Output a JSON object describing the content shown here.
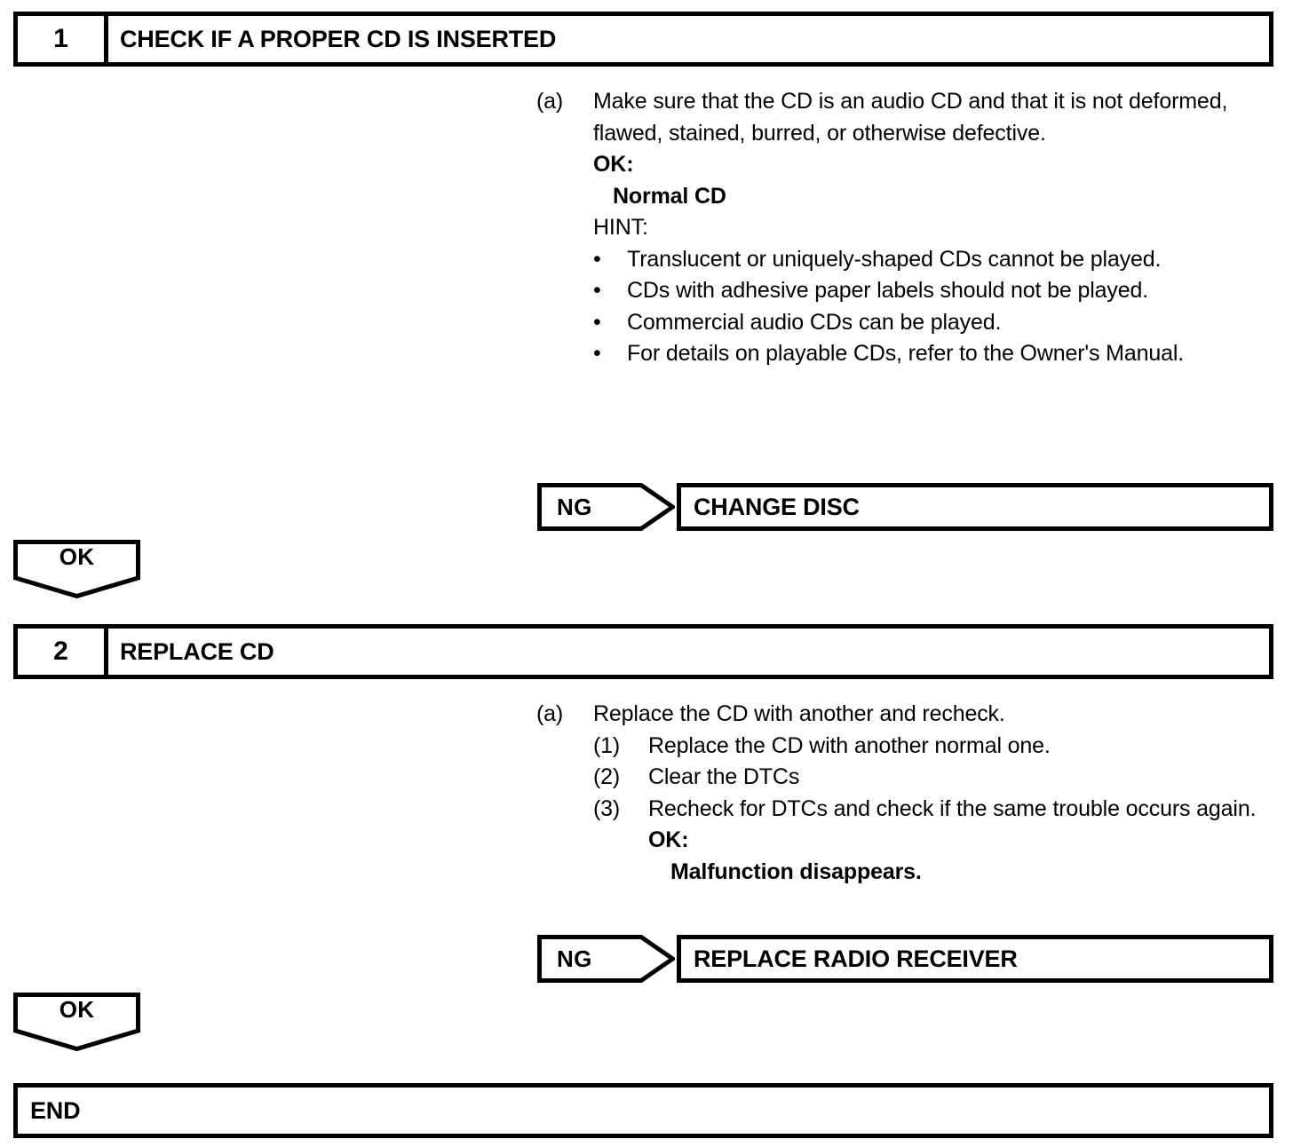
{
  "document": {
    "type": "troubleshooting-flowchart",
    "colors": {
      "ink": "#000000",
      "paper": "#ffffff"
    }
  },
  "steps": [
    {
      "number": "1",
      "title": "CHECK IF A PROPER CD IS INSERTED",
      "items": [
        {
          "marker": "(a)",
          "text": "Make sure that the CD is an audio CD and that it is not deformed, flawed, stained, burred, or otherwise defective."
        }
      ],
      "ok_label": "OK:",
      "ok_value": "Normal CD",
      "hint_label": "HINT:",
      "hint_bullets": [
        "Translucent or uniquely-shaped CDs cannot be played.",
        "CDs with adhesive paper labels should not be played.",
        "Commercial audio CDs can be played.",
        "For details on playable CDs, refer to the Owner's Manual."
      ],
      "ng_label": "NG",
      "ng_result": "CHANGE DISC",
      "ok_branch_label": "OK"
    },
    {
      "number": "2",
      "title": "REPLACE CD",
      "items": [
        {
          "marker": "(a)",
          "text": "Replace the CD with another and recheck."
        }
      ],
      "sub_items": [
        {
          "marker": "(1)",
          "text": "Replace the CD with another normal one."
        },
        {
          "marker": "(2)",
          "text": "Clear the DTCs"
        },
        {
          "marker": "(3)",
          "text": "Recheck for DTCs and check if the same trouble occurs again."
        }
      ],
      "ok_label": "OK:",
      "ok_value": "Malfunction disappears.",
      "ng_label": "NG",
      "ng_result": "REPLACE RADIO RECEIVER",
      "ok_branch_label": "OK"
    }
  ],
  "end": {
    "label": "END"
  },
  "bullet_glyph": "•"
}
